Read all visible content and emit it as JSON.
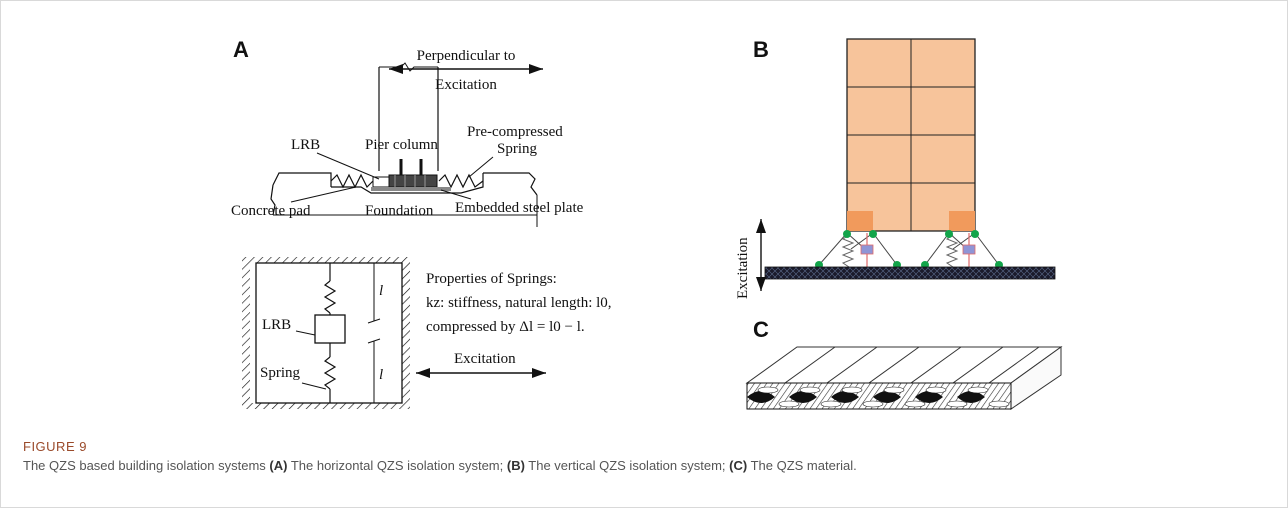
{
  "figure": {
    "label": "FIGURE 9",
    "caption": {
      "intro": "The QZS based building isolation systems ",
      "a_tag": "(A)",
      "a_text": " The horizontal QZS isolation system; ",
      "b_tag": "(B)",
      "b_text": " The vertical QZS isolation system; ",
      "c_tag": "(C)",
      "c_text": " The QZS material."
    }
  },
  "panels": {
    "a": {
      "letter": "A",
      "top": {
        "direction_line1": "Perpendicular to",
        "direction_line2": "Excitation",
        "lrb": "LRB",
        "pier_column": "Pier column",
        "spring_line1": "Pre-compressed",
        "spring_line2": "Spring",
        "concrete_pad": "Concrete pad",
        "foundation": "Foundation",
        "steel_plate": "Embedded steel plate"
      },
      "bottom": {
        "lrb": "LRB",
        "spring": "Spring",
        "length": "l",
        "props_title": "Properties of Springs:",
        "props_line2": "kz: stiffness, natural length: l0,",
        "props_line3": "compressed by Δl = l0 − l.",
        "excitation": "Excitation"
      }
    },
    "b": {
      "letter": "B",
      "excitation": "Excitation"
    },
    "c": {
      "letter": "C"
    }
  },
  "colors": {
    "building_fill": "#f7c49b",
    "building_stroke": "#222222",
    "pad_fill": "#f19a5c",
    "joint_green": "#12a44a",
    "mass_blue": "#8f95d6",
    "base_dark": "#1b1b2b",
    "caption_label": "#9a4a2a"
  }
}
